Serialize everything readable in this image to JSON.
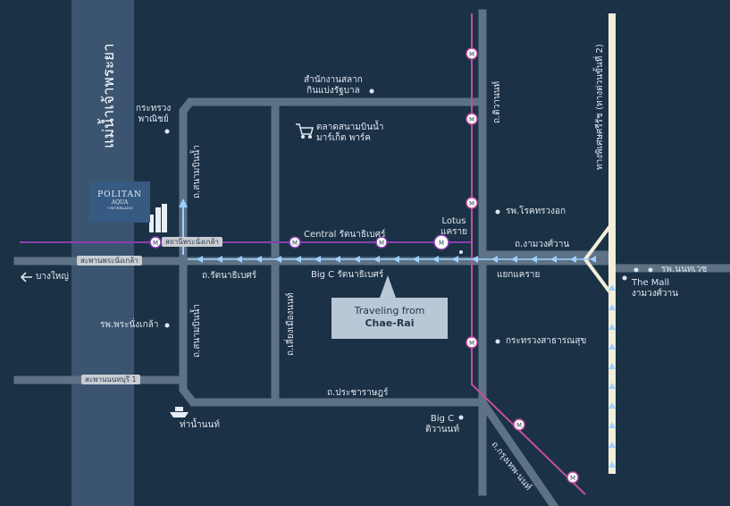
{
  "river": {
    "label": "แม่น้ำเจ้าพระยา"
  },
  "logo": {
    "line1": "POLITAN",
    "line2": "AQUA",
    "line3": "• RIVERLAND"
  },
  "callout": {
    "line1": "Traveling from",
    "line2": "Chae-Rai"
  },
  "bridges": {
    "phra_nang_klao": "สะพานพระนั่งเกล้า",
    "nonthaburi_1": "สะพานนนทบุรี 1"
  },
  "roads": {
    "sanambinnam_north": "ถ.สนามบินน้ำ",
    "sanambinnam_south": "ถ.สนามบินน้ำ",
    "rattanathibet": "ถ.รัตนาธิเบศร์",
    "liang_mueang": "ถ.เลี่ยงเมืองนนท์",
    "pracharat": "ถ.ประชาราษฎร์",
    "tiwanon": "ถ.ติวานนท์",
    "ngamwongwan": "ถ.งามวงศ์วาน",
    "krungthep_nonthaburi": "ถ.กรุงเทพ-นนท์",
    "expressway": "ทางพิเศษศรีรัช (ทางด่วนขั้นที่ 2)"
  },
  "places": {
    "bang_yai": "บางใหญ่",
    "ministry_commerce": "กระทรวง\nพาณิชย์",
    "lottery_office": "สำนักงานสลาก\nกินแบ่งรัฐบาล",
    "sanambinnam_market": "ตลาดสนามบินน้ำ\nมาร์เก็ต พาร์ค",
    "central_rattanathibet": "Central รัตนาธิเบศร์",
    "lotus_khae_rai": "Lotus\nแคราย",
    "bigc_rattanathibet": "Big C รัตนาธิเบศร์",
    "khae_rai_intersection": "แยกแคราย",
    "chest_hospital": "รพ.โรคทรวงอก",
    "phra_nang_klao_hospital": "รพ.พระนั่งเกล้า",
    "ministry_health": "กระทรวงสาธารณสุข",
    "bigc_tiwanon": "Big C\nติวานนท์",
    "nonthaburi_pier": "ท่าน้ำนนท์",
    "nonthavej_hospital": "รพ.นนทเวช",
    "mall_ngamwongwan": "The Mall\nงามวงศ์วาน",
    "phra_nang_klao_station_badge": "สถานีพระนั่งเกล้า"
  },
  "legend_icons": [
    "metro-station-icon",
    "shopping-cart-icon",
    "ferry-icon",
    "arrow-left-icon",
    "route-arrow-icon"
  ],
  "colors": {
    "background": "#1b3146",
    "river": "#3b5570",
    "road": "#5d7385",
    "purple_line": "#8a3fb0",
    "pink_line": "#c44f9c",
    "expressway": "#f2efd8",
    "route_arrow": "#9fd0ff",
    "callout": "#b9c8d6"
  }
}
